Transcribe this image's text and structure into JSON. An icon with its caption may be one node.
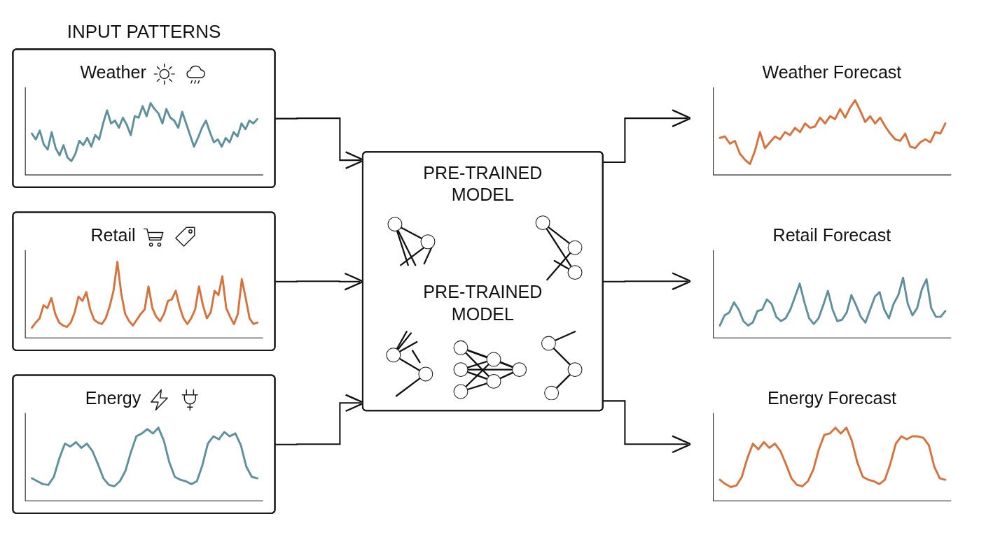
{
  "diagram": {
    "nodes": [
      {
        "text": [
          "Weather"
        ]
      },
      {
        "text": [
          "Retail"
        ]
      },
      {
        "text": [
          "Energy"
        ]
      },
      {
        "text": [
          "PRE-TRAINED MODEL",
          "PRE-TRAINED MODEL"
        ]
      },
      {
        "text": [
          "Weather Forecast"
        ]
      },
      {
        "text": [
          "Retail Forecast"
        ]
      },
      {
        "text": [
          "Energy Forecast"
        ]
      }
    ],
    "edges": [
      {
        "from": 0,
        "to": 3,
        "arrow": "to"
      },
      {
        "from": 1,
        "to": 3,
        "arrow": "to"
      },
      {
        "from": 2,
        "to": 3,
        "arrow": "to"
      },
      {
        "from": 3,
        "to": 4,
        "arrow": "to"
      },
      {
        "from": 3,
        "to": 5,
        "arrow": "to"
      },
      {
        "from": 3,
        "to": 6,
        "arrow": "to"
      }
    ],
    "labels": [
      "INPUT PATTERNS"
    ]
  }
}
